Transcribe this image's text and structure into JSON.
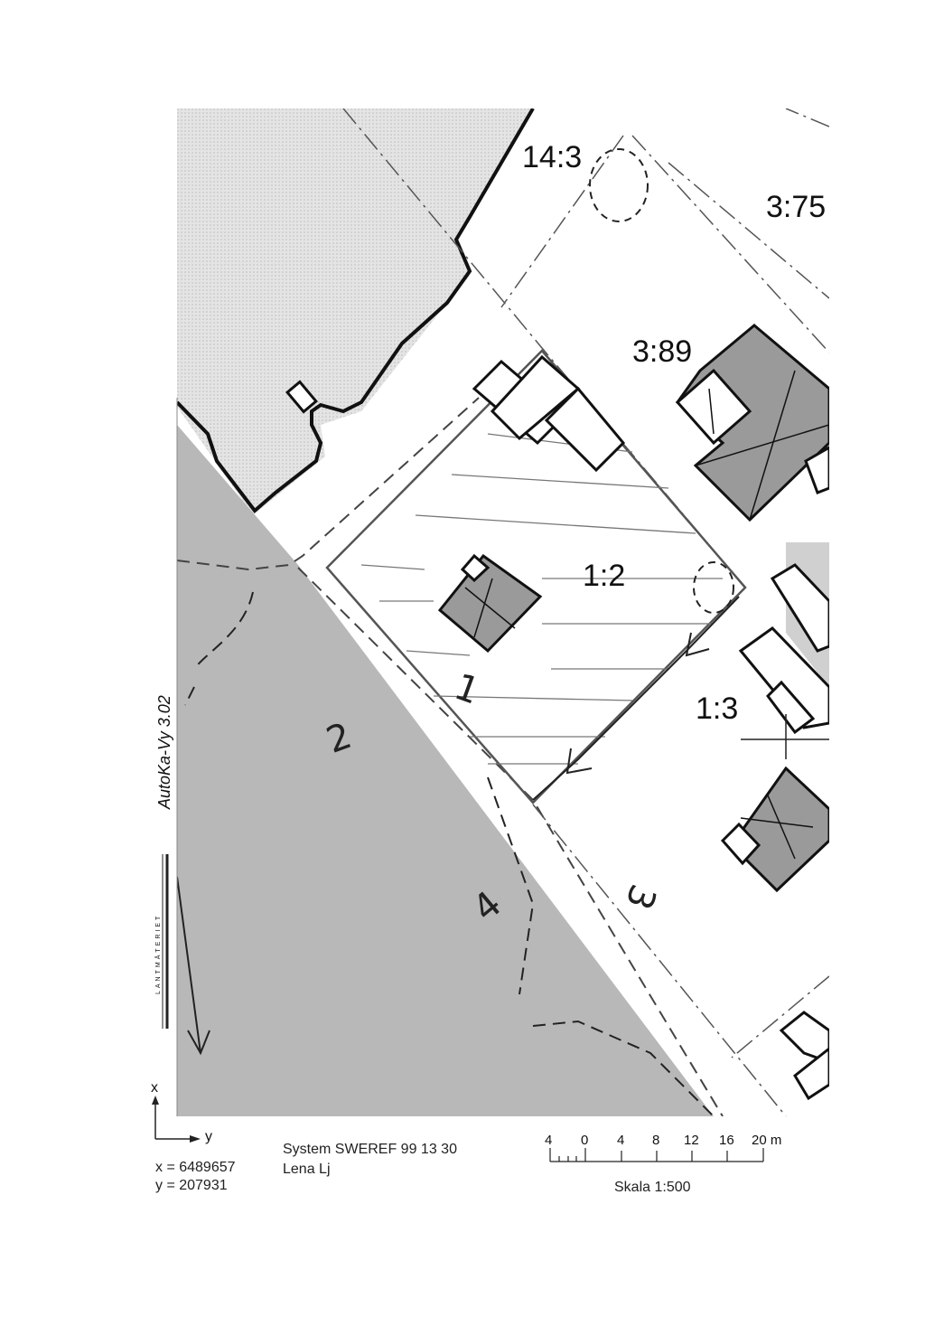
{
  "map": {
    "parcel_labels": [
      "14:3",
      "3:75",
      "3:89",
      "1:2",
      "1:3"
    ],
    "handwritten_numbers": [
      "1",
      "2",
      "3",
      "4"
    ],
    "software_label": "AutoKa-Vy 3.02",
    "agency_label": "LANTMÄTERIET",
    "axis": {
      "x_label": "x",
      "y_label": "y"
    },
    "coordinates": {
      "x": "x = 6489657",
      "y": "y = 207931"
    },
    "system": {
      "line1": "System SWEREF 99 13 30",
      "line2": "Lena Lj"
    },
    "scale": {
      "ticks": [
        "4",
        "0",
        "4",
        "8",
        "12",
        "16",
        "20 m"
      ],
      "label": "Skala 1:500"
    },
    "colors": {
      "land_fill": "#b8b8b8",
      "forest_fill": "#dcdcdc",
      "building_fill": "#9a9a9a"
    }
  }
}
